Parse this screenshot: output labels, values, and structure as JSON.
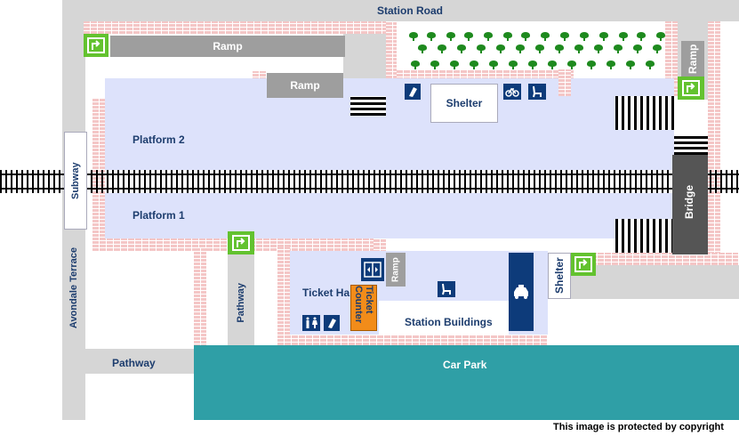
{
  "roads": {
    "top": "Station Road",
    "left": "Avondale Terrace",
    "bottom_left": "Pathway",
    "middle": "Pathway"
  },
  "ramps": {
    "top": "Ramp",
    "middle": "Ramp",
    "right": "Ramp",
    "ticket": "Ramp"
  },
  "platforms": {
    "p2": "Platform 2",
    "p1": "Platform 1"
  },
  "structures": {
    "subway": "Subway",
    "bridge": "Bridge",
    "shelter_top": "Shelter",
    "shelter_right": "Shelter",
    "ticket_hall": "Ticket Ha",
    "ticket_counter": "Ticket Counter",
    "station_buildings": "Station Buildings",
    "car_park": "Car Park"
  },
  "footer": {
    "copyright": "This image is protected by copyright"
  },
  "icons": [
    "exit-sign-icon",
    "info-point-icon",
    "bicycle-icon",
    "seat-icon",
    "lift-icon",
    "toilets-icon",
    "taxi-icon"
  ],
  "colors": {
    "platform": "#dde2fb",
    "car_park": "#2f9fa6",
    "exit": "#63c22f",
    "ticket_counter": "#f28c1a",
    "icon_blue": "#0d3b7a"
  }
}
